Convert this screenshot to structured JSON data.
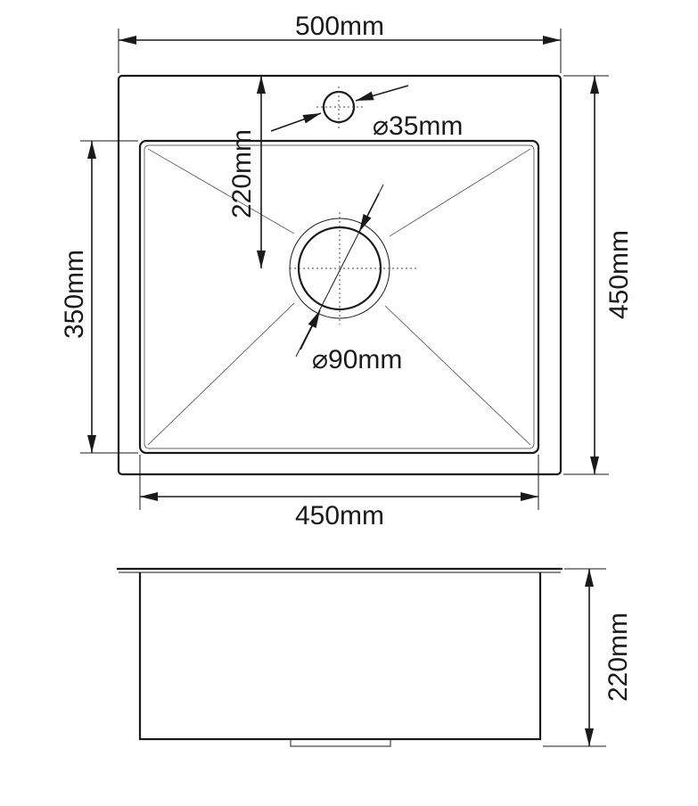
{
  "top_view": {
    "overall_width": "500mm",
    "overall_depth": "450mm",
    "bowl_width": "450mm",
    "bowl_depth": "350mm",
    "tap_hole_offset": "220mm",
    "tap_hole_diameter": "⌀35mm",
    "drain_diameter": "⌀90mm"
  },
  "side_view": {
    "height": "220mm"
  },
  "colors": {
    "line": "#1a1a1a",
    "background": "#ffffff"
  }
}
